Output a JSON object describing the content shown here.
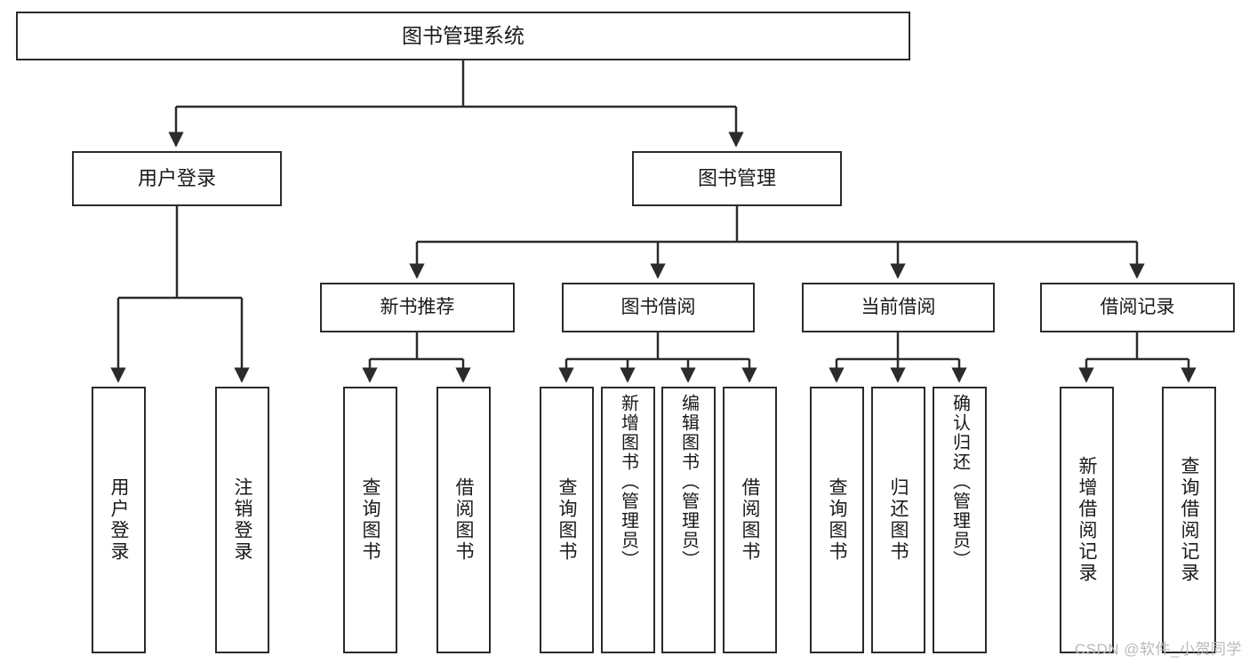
{
  "diagram": {
    "title_node": "图书管理系统",
    "level2": [
      {
        "label": "用户登录"
      },
      {
        "label": "图书管理"
      }
    ],
    "level3": [
      {
        "label": "新书推荐"
      },
      {
        "label": "图书借阅"
      },
      {
        "label": "当前借阅"
      },
      {
        "label": "借阅记录"
      }
    ],
    "leaves": [
      {
        "label": "用户登录"
      },
      {
        "label": "注销登录"
      },
      {
        "label": "查询图书"
      },
      {
        "label": "借阅图书"
      },
      {
        "label": "查询图书"
      },
      {
        "label": "新增图书（管理员）"
      },
      {
        "label": "编辑图书（管理员）"
      },
      {
        "label": "借阅图书"
      },
      {
        "label": "查询图书"
      },
      {
        "label": "归还图书"
      },
      {
        "label": "确认归还（管理员）"
      },
      {
        "label": "新增借阅记录"
      },
      {
        "label": "查询借阅记录"
      }
    ]
  },
  "watermark": {
    "text": "CSDN @软件_小贺同学"
  },
  "colors": {
    "stroke": "#2b2b2b",
    "background": "#ffffff",
    "text": "#1a1a1a",
    "watermark": "#b9b9b9"
  }
}
